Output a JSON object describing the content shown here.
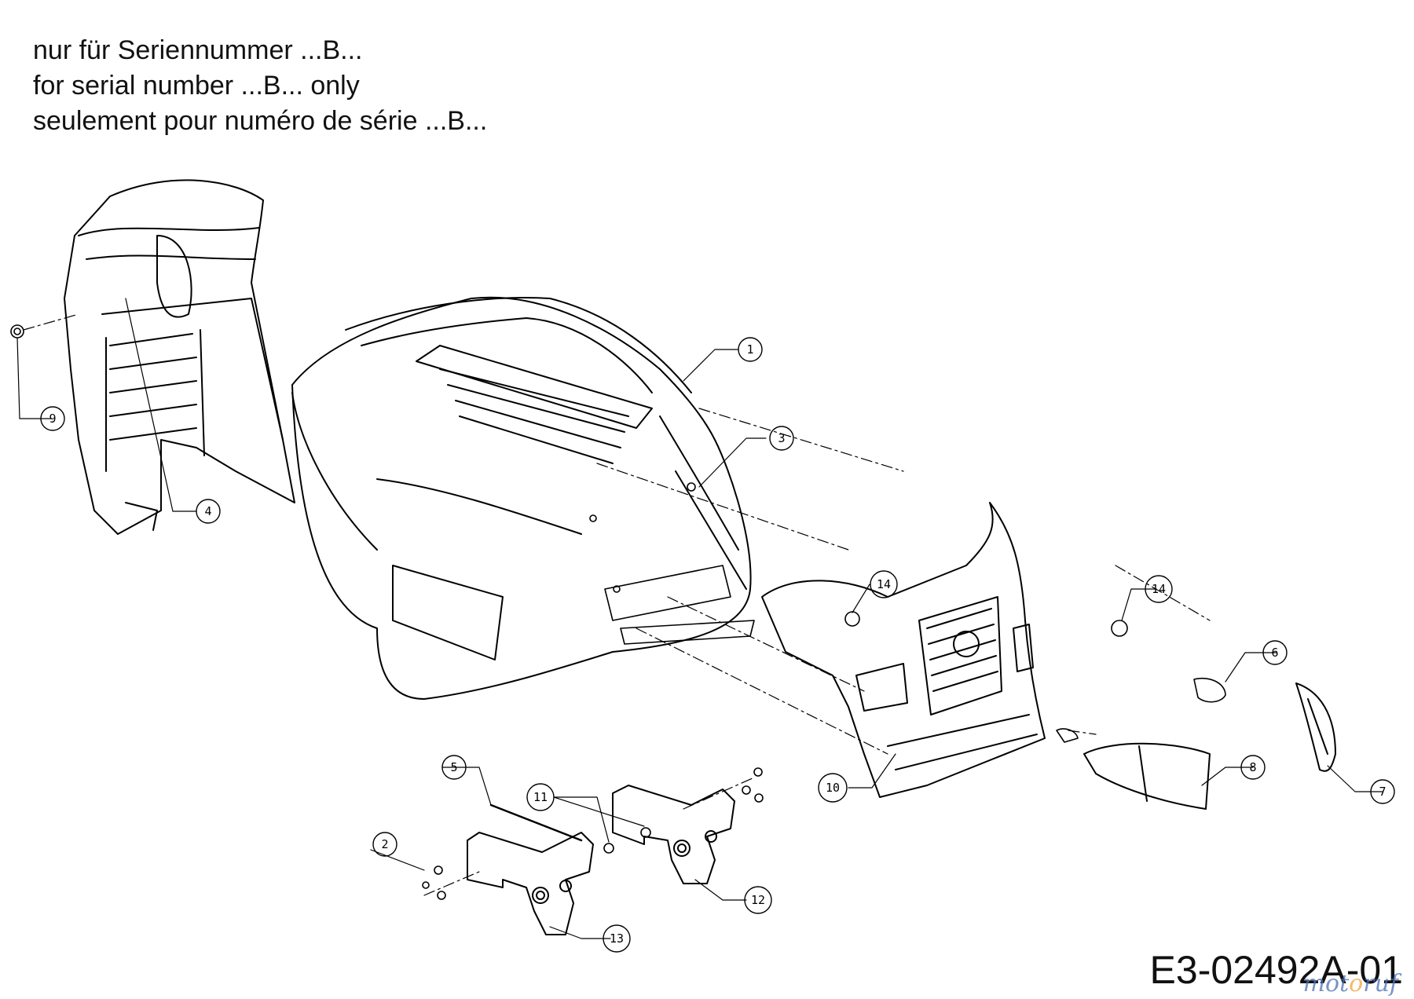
{
  "header": {
    "line_de": "nur für Seriennummer ...B...",
    "line_en": "for serial number ...B... only",
    "line_fr": "seulement pour numéro de série ...B..."
  },
  "diagram_code": "E3-02492A-01",
  "watermark": "motoruf",
  "callouts": [
    "1",
    "2",
    "3",
    "4",
    "5",
    "6",
    "7",
    "8",
    "9",
    "10",
    "11",
    "12",
    "13",
    "14",
    "14"
  ],
  "colors": {
    "line": "#000000",
    "background": "#ffffff",
    "watermark": "#4a6fb5"
  }
}
